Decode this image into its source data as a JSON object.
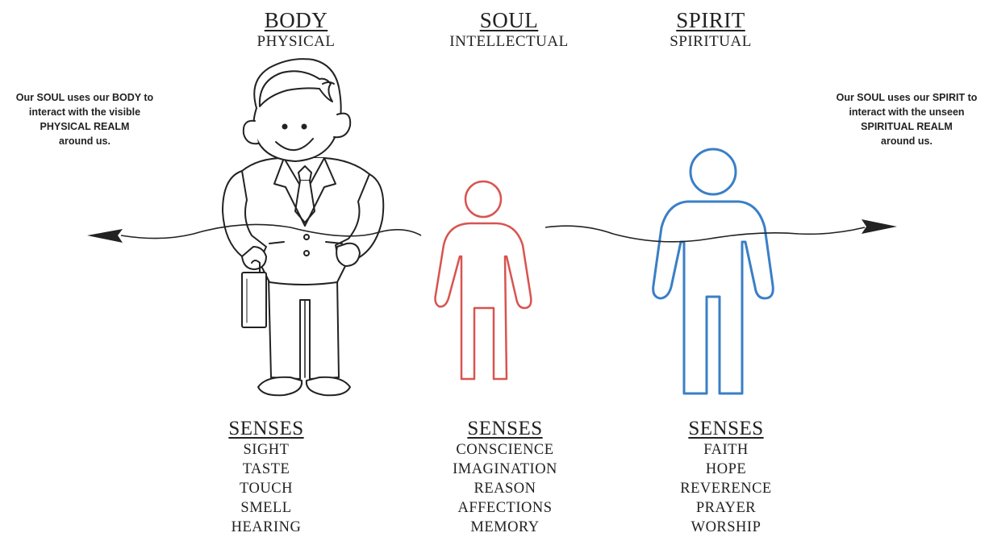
{
  "columns": [
    {
      "title": "BODY",
      "subtitle": "PHYSICAL"
    },
    {
      "title": "SOUL",
      "subtitle": "INTELLECTUAL"
    },
    {
      "title": "SPIRIT",
      "subtitle": "SPIRITUAL"
    }
  ],
  "notes": {
    "left": [
      "Our SOUL uses our BODY to",
      "interact with the visible",
      "PHYSICAL REALM",
      "around us."
    ],
    "right": [
      "Our SOUL uses our SPIRIT to",
      "interact with the unseen",
      "SPIRITUAL REALM",
      "around us."
    ]
  },
  "senses": [
    {
      "title": "SENSES",
      "items": [
        "SIGHT",
        "TASTE",
        "TOUCH",
        "SMELL",
        "HEARING"
      ]
    },
    {
      "title": "SENSES",
      "items": [
        "CONSCIENCE",
        "IMAGINATION",
        "REASON",
        "AFFECTIONS",
        "MEMORY"
      ]
    },
    {
      "title": "SENSES",
      "items": [
        "FAITH",
        "HOPE",
        "REVERENCE",
        "PRAYER",
        "WORSHIP"
      ]
    }
  ],
  "colors": {
    "soul": "#d9534f",
    "spirit": "#3a7fc6",
    "ink": "#222222"
  },
  "figures": {
    "body": "cartoon-businessman",
    "soul": "red-outline-person",
    "spirit": "blue-outline-person"
  }
}
